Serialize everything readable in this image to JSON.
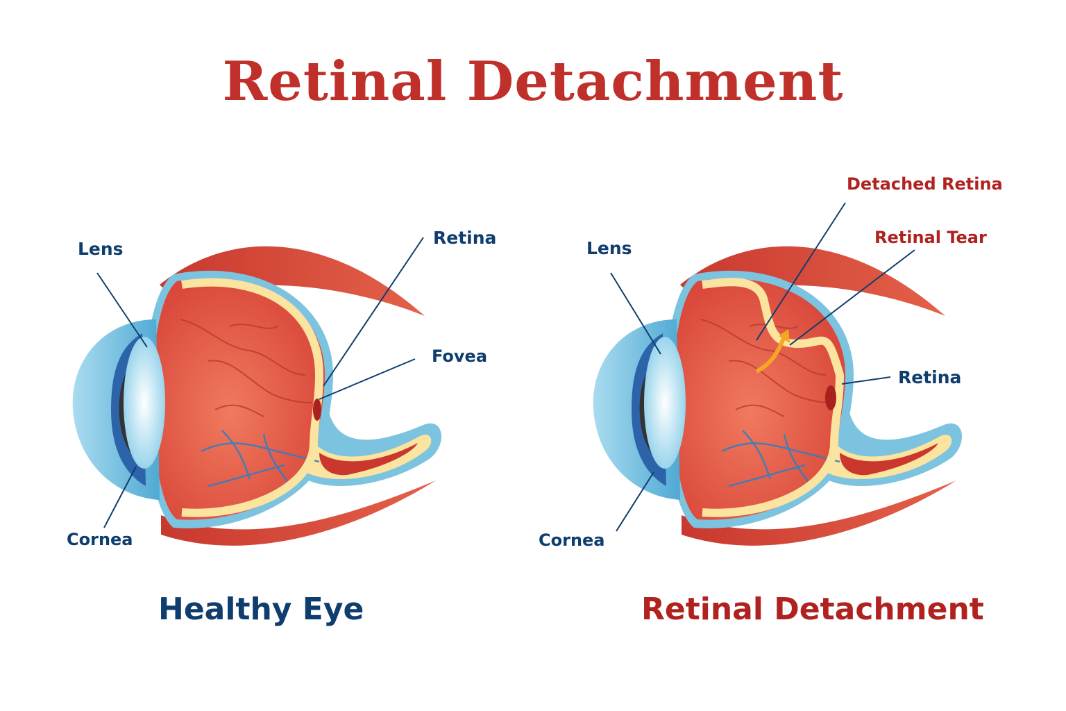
{
  "title": "Retinal Detachment",
  "colors": {
    "title": "#c0302b",
    "blue_text": "#0f3d6e",
    "red_text": "#b0221f",
    "muscle": "#d94b3a",
    "eye_red": "#e2553f",
    "sclera_blue": "#7cc3df",
    "retina_yellow": "#fbe3a0",
    "arrow_orange": "#f5a623"
  },
  "healthy": {
    "caption": "Healthy Eye",
    "labels": {
      "lens": "Lens",
      "retina": "Retina",
      "fovea": "Fovea",
      "cornea": "Cornea"
    }
  },
  "detached": {
    "caption": "Retinal Detachment",
    "labels": {
      "lens": "Lens",
      "detached_retina": "Detached Retina",
      "retinal_tear": "Retinal Tear",
      "retina": "Retina",
      "cornea": "Cornea"
    }
  }
}
